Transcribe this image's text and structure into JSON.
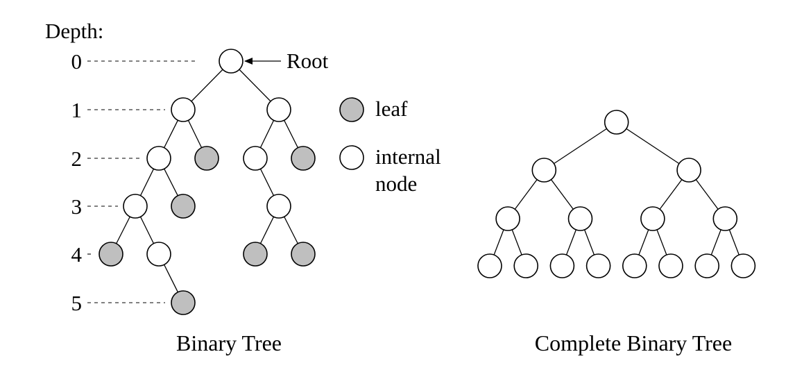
{
  "depth_header": "Depth:",
  "depth_levels": [
    "0",
    "1",
    "2",
    "3",
    "4",
    "5"
  ],
  "root_label": "Root",
  "legend": {
    "leaf_label": "leaf",
    "internal_label_line1": "internal",
    "internal_label_line2": "node"
  },
  "binary_tree_caption": "Binary Tree",
  "complete_tree_caption": "Complete Binary Tree",
  "colors": {
    "leaf_fill": "#bfbfbf",
    "internal_fill": "#ffffff",
    "stroke": "#000000"
  },
  "binary_tree": {
    "nodes": [
      {
        "id": "r",
        "depth": 0,
        "type": "internal"
      },
      {
        "id": "a",
        "depth": 1,
        "type": "internal"
      },
      {
        "id": "b",
        "depth": 1,
        "type": "internal"
      },
      {
        "id": "c",
        "depth": 2,
        "type": "internal"
      },
      {
        "id": "d",
        "depth": 2,
        "type": "leaf"
      },
      {
        "id": "e",
        "depth": 2,
        "type": "internal"
      },
      {
        "id": "f",
        "depth": 2,
        "type": "leaf"
      },
      {
        "id": "g",
        "depth": 3,
        "type": "internal"
      },
      {
        "id": "h",
        "depth": 3,
        "type": "leaf"
      },
      {
        "id": "i",
        "depth": 3,
        "type": "internal"
      },
      {
        "id": "j",
        "depth": 4,
        "type": "leaf"
      },
      {
        "id": "k",
        "depth": 4,
        "type": "internal"
      },
      {
        "id": "l",
        "depth": 4,
        "type": "leaf"
      },
      {
        "id": "m",
        "depth": 4,
        "type": "leaf"
      },
      {
        "id": "n",
        "depth": 5,
        "type": "leaf"
      }
    ],
    "edges": [
      [
        "r",
        "a"
      ],
      [
        "r",
        "b"
      ],
      [
        "a",
        "c"
      ],
      [
        "a",
        "d"
      ],
      [
        "b",
        "e"
      ],
      [
        "b",
        "f"
      ],
      [
        "c",
        "g"
      ],
      [
        "c",
        "h"
      ],
      [
        "e",
        "i"
      ],
      [
        "g",
        "j"
      ],
      [
        "g",
        "k"
      ],
      [
        "i",
        "l"
      ],
      [
        "i",
        "m"
      ],
      [
        "k",
        "n"
      ]
    ]
  },
  "complete_tree": {
    "levels": 4
  }
}
